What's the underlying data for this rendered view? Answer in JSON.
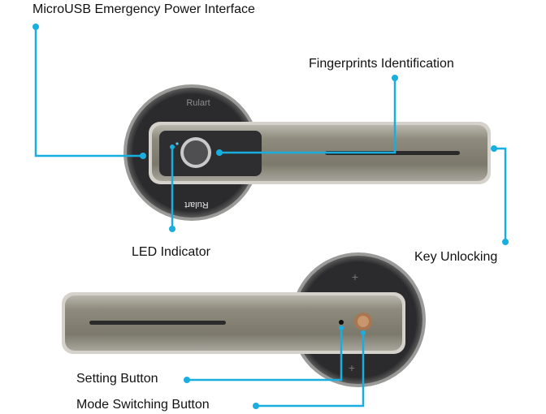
{
  "labels": {
    "microusb": "MicroUSB Emergency Power Interface",
    "fingerprint": "Fingerprints Identification",
    "led": "LED Indicator",
    "key": "Key Unlocking",
    "setting": "Setting Button",
    "mode": "Mode Switching Button"
  },
  "brand": {
    "top": "Rulart",
    "bottom": "Rulart"
  },
  "colors": {
    "callout": "#19aee0",
    "handle": "#8a8778",
    "rose": "#2d2d2f",
    "mode_button": "#b07a55"
  }
}
